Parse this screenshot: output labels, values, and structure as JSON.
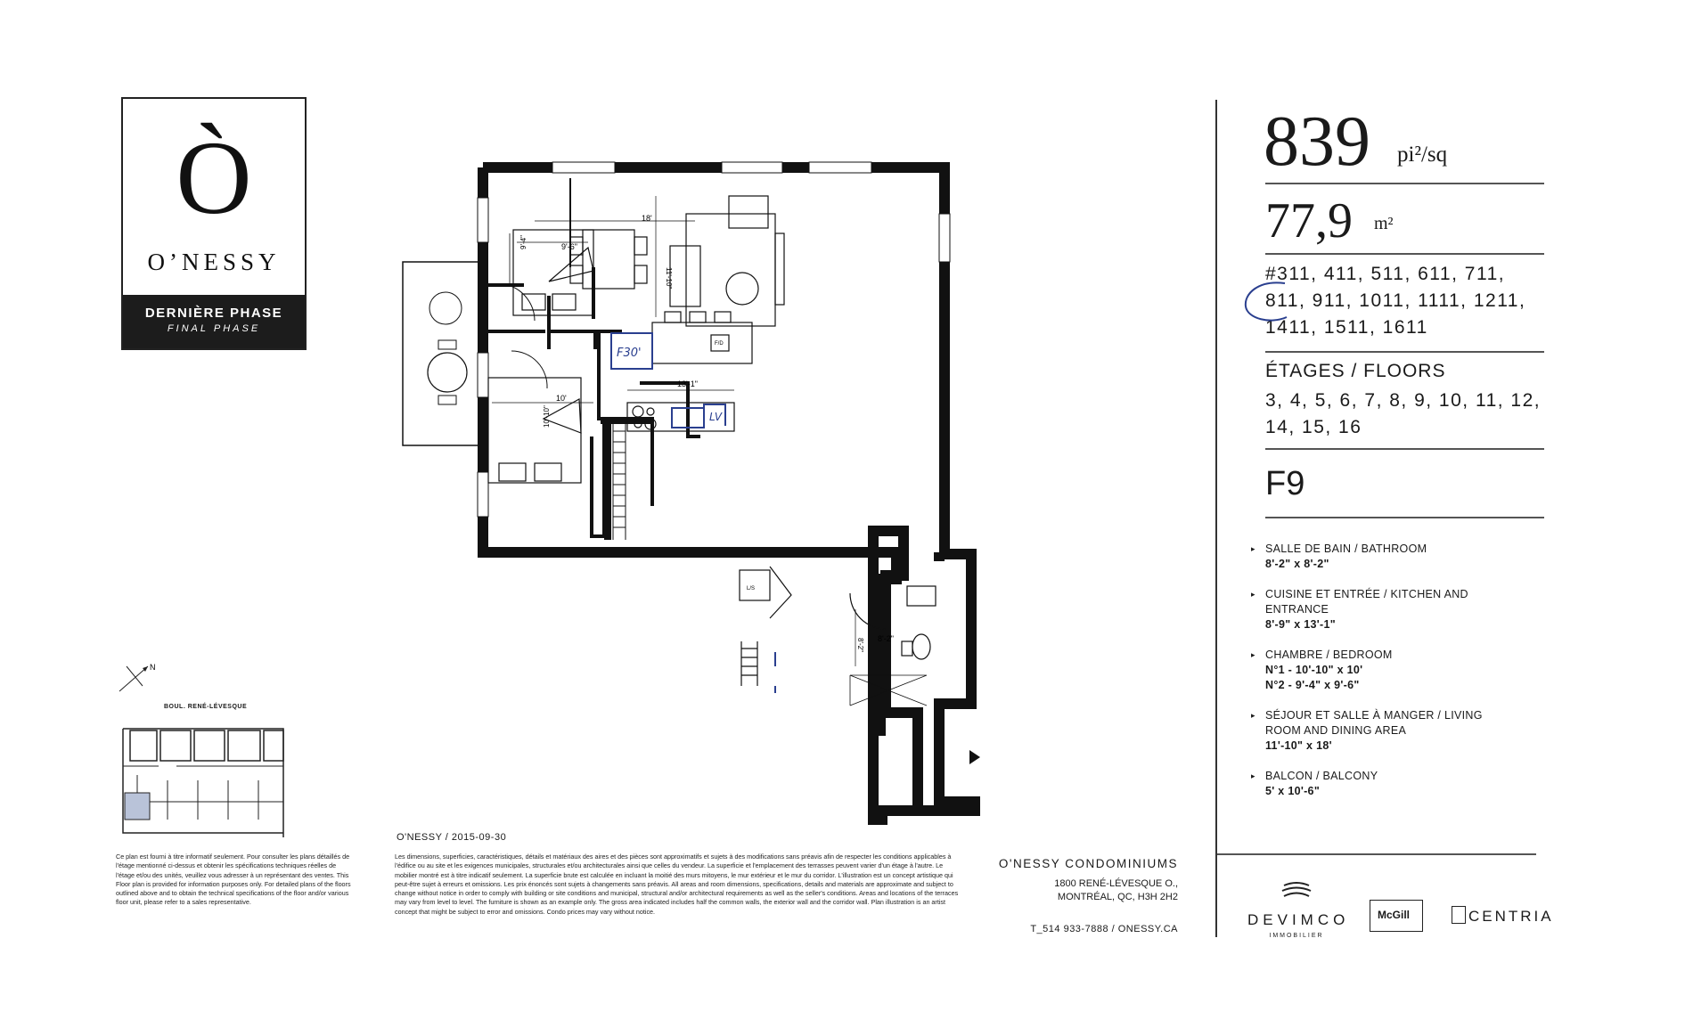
{
  "logo": {
    "mark": "Ò",
    "name": "O’NESSY",
    "phase_fr": "DERNIÈRE PHASE",
    "phase_en": "FINAL PHASE"
  },
  "floorplan": {
    "labels": {
      "bedroom2_dim": "9'-6\"",
      "bedroom2_dim_v": "9'-4\"",
      "living_dim_h": "18'",
      "living_dim_v": "11'-10\"",
      "bedroom1_dim_h": "10'",
      "bedroom1_dim_v": "10'-10\"",
      "kitchen_dim": "13'-1\"",
      "bath_dim": "8'-2\"",
      "bath_dim_v": "8'-2\"",
      "fridge_note": "F30'",
      "dishwasher": "LV",
      "laundry": "L/S",
      "fridge_tag": "F/D"
    }
  },
  "keyplan": {
    "north": "N",
    "street": "BOUL. RENÉ-LÉVESQUE"
  },
  "plan_date": "O'NESSY / 2015-09-30",
  "disclaimer_left": "Ce plan est fourni à titre informatif seulement. Pour consulter les plans détaillés de l'étage mentionné ci-dessus et obtenir les spécifications techniques réelles de l'étage et/ou des unités, veuillez vous adresser à un représentant des ventes. This Floor plan is provided for information purposes only. For detailed plans of the floors outlined above and to obtain the technical specifications of the floor and/or various floor unit, please refer to a sales representative.",
  "disclaimer_main": "Les dimensions, superficies, caractéristiques, détails et matériaux des aires et des pièces sont approximatifs et sujets à des modifications sans préavis afin de respecter les conditions applicables à l'édifice ou au site et les exigences municipales, structurales et/ou architecturales ainsi que celles du vendeur. La superficie et l'emplacement des terrasses peuvent varier d'un étage à l'autre. Le mobilier montré est à titre indicatif seulement. La superficie brute est calculée en incluant la moitié des murs mitoyens, le mur extérieur et le mur du corridor. L'illustration est un concept artistique qui peut-être sujet à erreurs et omissions. Les prix énoncés sont sujets à changements sans préavis. All areas and room dimensions, specifications, details and materials are approximate and subject to change without notice in order to comply with building or site conditions and municipal, structural and/or architectural requirements as well as the seller's conditions. Areas and locations of the terraces may vary from level to level. The furniture is shown as an example only. The gross area indicated includes half the common walls, the exterior wall and the corridor wall. Plan illustration is an artist concept that might be subject to error and omissions. Condo prices may vary without notice.",
  "contact": {
    "title": "O'NESSY CONDOMINIUMS",
    "address1": "1800 RENÉ-LÉVESQUE O.,",
    "address2": "MONTRÉAL, QC, H3H 2H2",
    "phone": "T_514 933-7888 / ONESSY.CA"
  },
  "unit": {
    "area_sqft": "839",
    "area_sqft_unit": "pi²/sq",
    "area_m2": "77,9",
    "area_m2_unit": "m²",
    "unit_numbers": "#311, 411, 511, 611, 711, 811, 911, 1011, 1111, 1211, 1411, 1511, 1611",
    "floors_heading": "ÉTAGES / FLOORS",
    "floors": "3, 4, 5, 6, 7, 8, 9, 10, 11, 12, 14, 15, 16",
    "model": "F9",
    "annotation_color": "#2a3f8f"
  },
  "specs": [
    {
      "label": "SALLE DE BAIN / BATHROOM",
      "dims": "8'-2\" x 8'-2\""
    },
    {
      "label": "CUISINE ET ENTRÉE / KITCHEN AND ENTRANCE",
      "dims": "8'-9\" x 13'-1\""
    },
    {
      "label": "CHAMBRE / BEDROOM",
      "dims": "N°1 - 10'-10\" x 10'",
      "dims2": "N°2 - 9'-4\" x 9'-6\""
    },
    {
      "label": "SÉJOUR ET SALLE À MANGER / LIVING ROOM AND DINING AREA",
      "dims": "11'-10\" x 18'"
    },
    {
      "label": "BALCON / BALCONY",
      "dims": "5' x 10'-6\""
    }
  ],
  "partners": {
    "devimco": "DEVIMCO",
    "devimco_sub": "IMMOBILIER",
    "mcgill": "McGill",
    "centria": "CENTRIA"
  }
}
